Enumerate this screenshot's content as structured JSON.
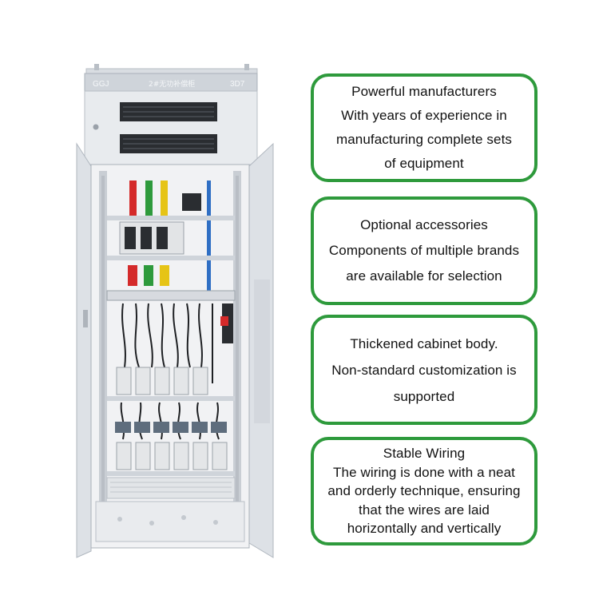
{
  "cabinet": {
    "label_left": "GGJ",
    "label_center": "2#无功补偿柜",
    "label_right": "3D7",
    "colors": {
      "body": "#e7eaee",
      "door": "#dfe3e8",
      "busbar_red": "#d42a2a",
      "busbar_green": "#2e9a3c",
      "busbar_yellow": "#e6c416",
      "busbar_blue": "#2f6fc4",
      "interior": "#f3f4f6"
    }
  },
  "features": [
    {
      "lines": [
        "Powerful manufacturers",
        "With years of experience in",
        "manufacturing complete sets",
        "of equipment"
      ]
    },
    {
      "lines": [
        "Optional accessories",
        "Components of multiple brands",
        "are available for selection"
      ]
    },
    {
      "lines": [
        "Thickened cabinet body.",
        "Non-standard customization is",
        "supported"
      ]
    },
    {
      "lines": [
        "Stable Wiring",
        "The wiring is done with a neat",
        "and orderly technique, ensuring",
        "that the wires are laid",
        "horizontally and vertically"
      ]
    }
  ],
  "theme": {
    "card_border": "#2e9a3c",
    "text": "#111111"
  }
}
